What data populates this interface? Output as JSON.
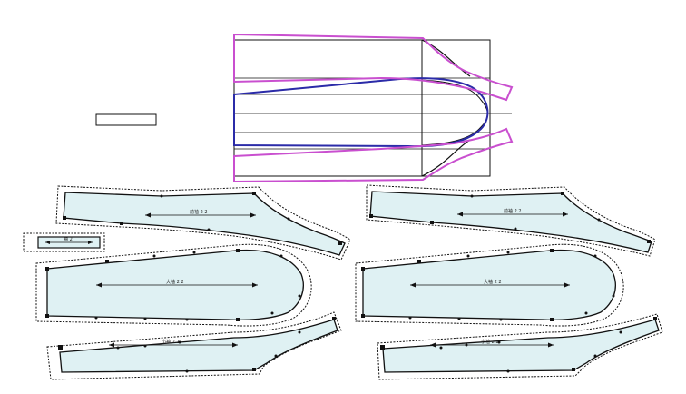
{
  "figure": {
    "colors": {
      "background": "#ffffff",
      "piece_fill": "#dff1f3",
      "piece_outline": "#111111",
      "seam_allowance": "#111111",
      "draft_frame": "#111111",
      "draft_blue": "#2b2ba8",
      "draft_magenta": "#c94fcf",
      "grainline": "#111111"
    },
    "pieces": [
      {
        "name": "small-rect-piece",
        "label": "袖 2"
      },
      {
        "name": "left-upper-sleeve",
        "label": "前袖 2 2"
      },
      {
        "name": "left-main-sleeve",
        "label": "大袖 2 2"
      },
      {
        "name": "left-under-sleeve",
        "label": "小袖 2 2"
      },
      {
        "name": "right-upper-sleeve",
        "label": "前袖 2 2"
      },
      {
        "name": "right-main-sleeve",
        "label": "大袖 2 2"
      },
      {
        "name": "right-under-sleeve",
        "label": "小袖 2 2"
      }
    ]
  }
}
